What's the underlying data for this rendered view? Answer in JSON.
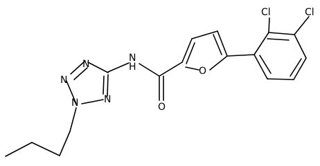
{
  "molecule": {
    "atoms": {
      "nh": "N",
      "h_of_nh": "H",
      "tz_n1": "N",
      "tz_n2": "N",
      "tz_n3": "N",
      "tz_n4": "N",
      "carbonyl_o": "O",
      "furan_o": "O",
      "cl_ortho": "Cl",
      "cl_meta": "Cl"
    }
  }
}
